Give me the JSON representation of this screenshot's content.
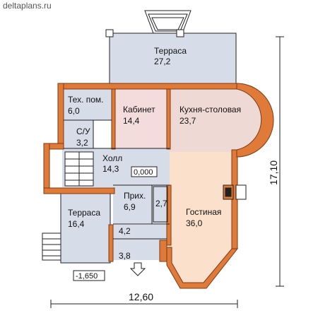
{
  "site": {
    "brand": "deltaplans.ru"
  },
  "colors": {
    "wall": "#e07a38",
    "wall_outline": "#7a3a16",
    "floor_blue": "#d6dde9",
    "floor_pink": "#efd9d4",
    "floor_peach": "#fbe0cc",
    "floor_cabinet": "#f4dcdc",
    "line": "#222222"
  },
  "rooms": [
    {
      "id": "terrace-top",
      "name": "Терраса",
      "area": "27,2"
    },
    {
      "id": "tech",
      "name": "Тех. пом.",
      "area": "6,0"
    },
    {
      "id": "cabinet",
      "name": "Кабинет",
      "area": "14,4"
    },
    {
      "id": "kitchen",
      "name": "Кухня-столовая",
      "area": "23,7"
    },
    {
      "id": "wc",
      "name": "С/У",
      "area": "3,2"
    },
    {
      "id": "hall",
      "name": "Холл",
      "area": "14,3"
    },
    {
      "id": "entry",
      "name": "Прих.",
      "area": "6,9"
    },
    {
      "id": "closet",
      "name": "",
      "area": "2,7"
    },
    {
      "id": "terrace-left",
      "name": "Терраса",
      "area": "16,4"
    },
    {
      "id": "storage",
      "name": "",
      "area": "4,2"
    },
    {
      "id": "porch",
      "name": "",
      "area": "3,8"
    },
    {
      "id": "living",
      "name": "Гостиная",
      "area": "36,0"
    }
  ],
  "levels": {
    "floor": "0,000",
    "ground": "-1,650"
  },
  "dimensions": {
    "width": "12,60",
    "height": "17,10"
  }
}
